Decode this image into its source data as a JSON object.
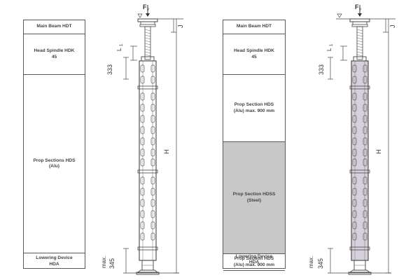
{
  "left_panel": {
    "main_beam": "Main Beam HDT",
    "head_spindle": "Head Spindle HDK",
    "head_spindle_size": "45",
    "prop_sections": "Prop Sections HDS",
    "prop_sections_material": "(Alu)",
    "lowering_device": "Lowering Device",
    "lowering_device_code": "HDA"
  },
  "right_panel": {
    "main_beam": "Main Beam HDT",
    "head_spindle": "Head Spindle HDK",
    "head_spindle_size": "45",
    "prop_section_upper": "Prop Section HDS",
    "prop_section_upper_spec": "(Alu) max. 900 mm",
    "prop_section_steel": "Prop Section HDSS",
    "prop_section_steel_material": "(Steel)",
    "prop_section_lower": "Prop Section HDS",
    "prop_section_lower_spec": "(Alu) max. 900 mm",
    "lowering_device": "Lowering Device",
    "lowering_device_code": "HDA"
  },
  "dimensions": {
    "load": "F",
    "load_sub": "v",
    "j": "J",
    "l": "L",
    "l_sub": "1",
    "spindle": "333",
    "height": "H",
    "max": "max.",
    "bottom": "345"
  },
  "colors": {
    "line": "#555555",
    "steel_fill": "#c8c8c8",
    "prop_fill_right": "#d6d0dc"
  }
}
